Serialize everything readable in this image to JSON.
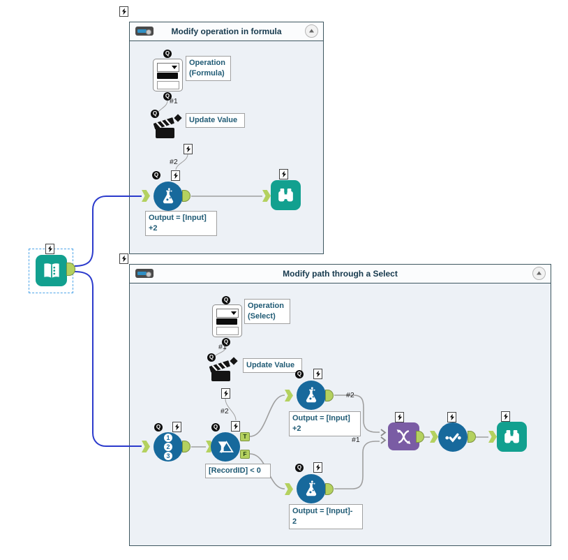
{
  "colors": {
    "tool_blue": "#17699c",
    "tool_teal": "#12a08f",
    "tool_purple": "#7a5ca4",
    "anchor_green": "#b4d15f",
    "wire_gray": "#9f9f9f",
    "selected_wire_blue": "#2b3acc",
    "container_border": "#3d565f",
    "container_background": "#edf1f6",
    "annotation_text": "#1f5a74"
  },
  "containers": [
    {
      "title": "Modify operation in formula"
    },
    {
      "title": "Modify path through a Select"
    }
  ],
  "annotations": {
    "operation_formula": "Operation\n(Formula)",
    "update_value_top": "Update Value",
    "formula_top_expr": "Output = [Input]\n+2",
    "operation_select": "Operation\n(Select)",
    "update_value_bottom": "Update Value",
    "filter_expr": "[RecordID] < 0",
    "formula_true_expr": "Output = [Input]\n+2",
    "formula_false_expr": "Output = [Input]-\n2"
  },
  "connection_labels": {
    "top_q": "#1",
    "top_bolt": "#2",
    "bottom_q": "#1",
    "bottom_bolt": "#2",
    "true_out": "#2",
    "union_in": "#1"
  },
  "anchors": {
    "q": "Q",
    "true": "T",
    "false": "F"
  },
  "record_id_digits": [
    "1",
    "2",
    "3"
  ]
}
